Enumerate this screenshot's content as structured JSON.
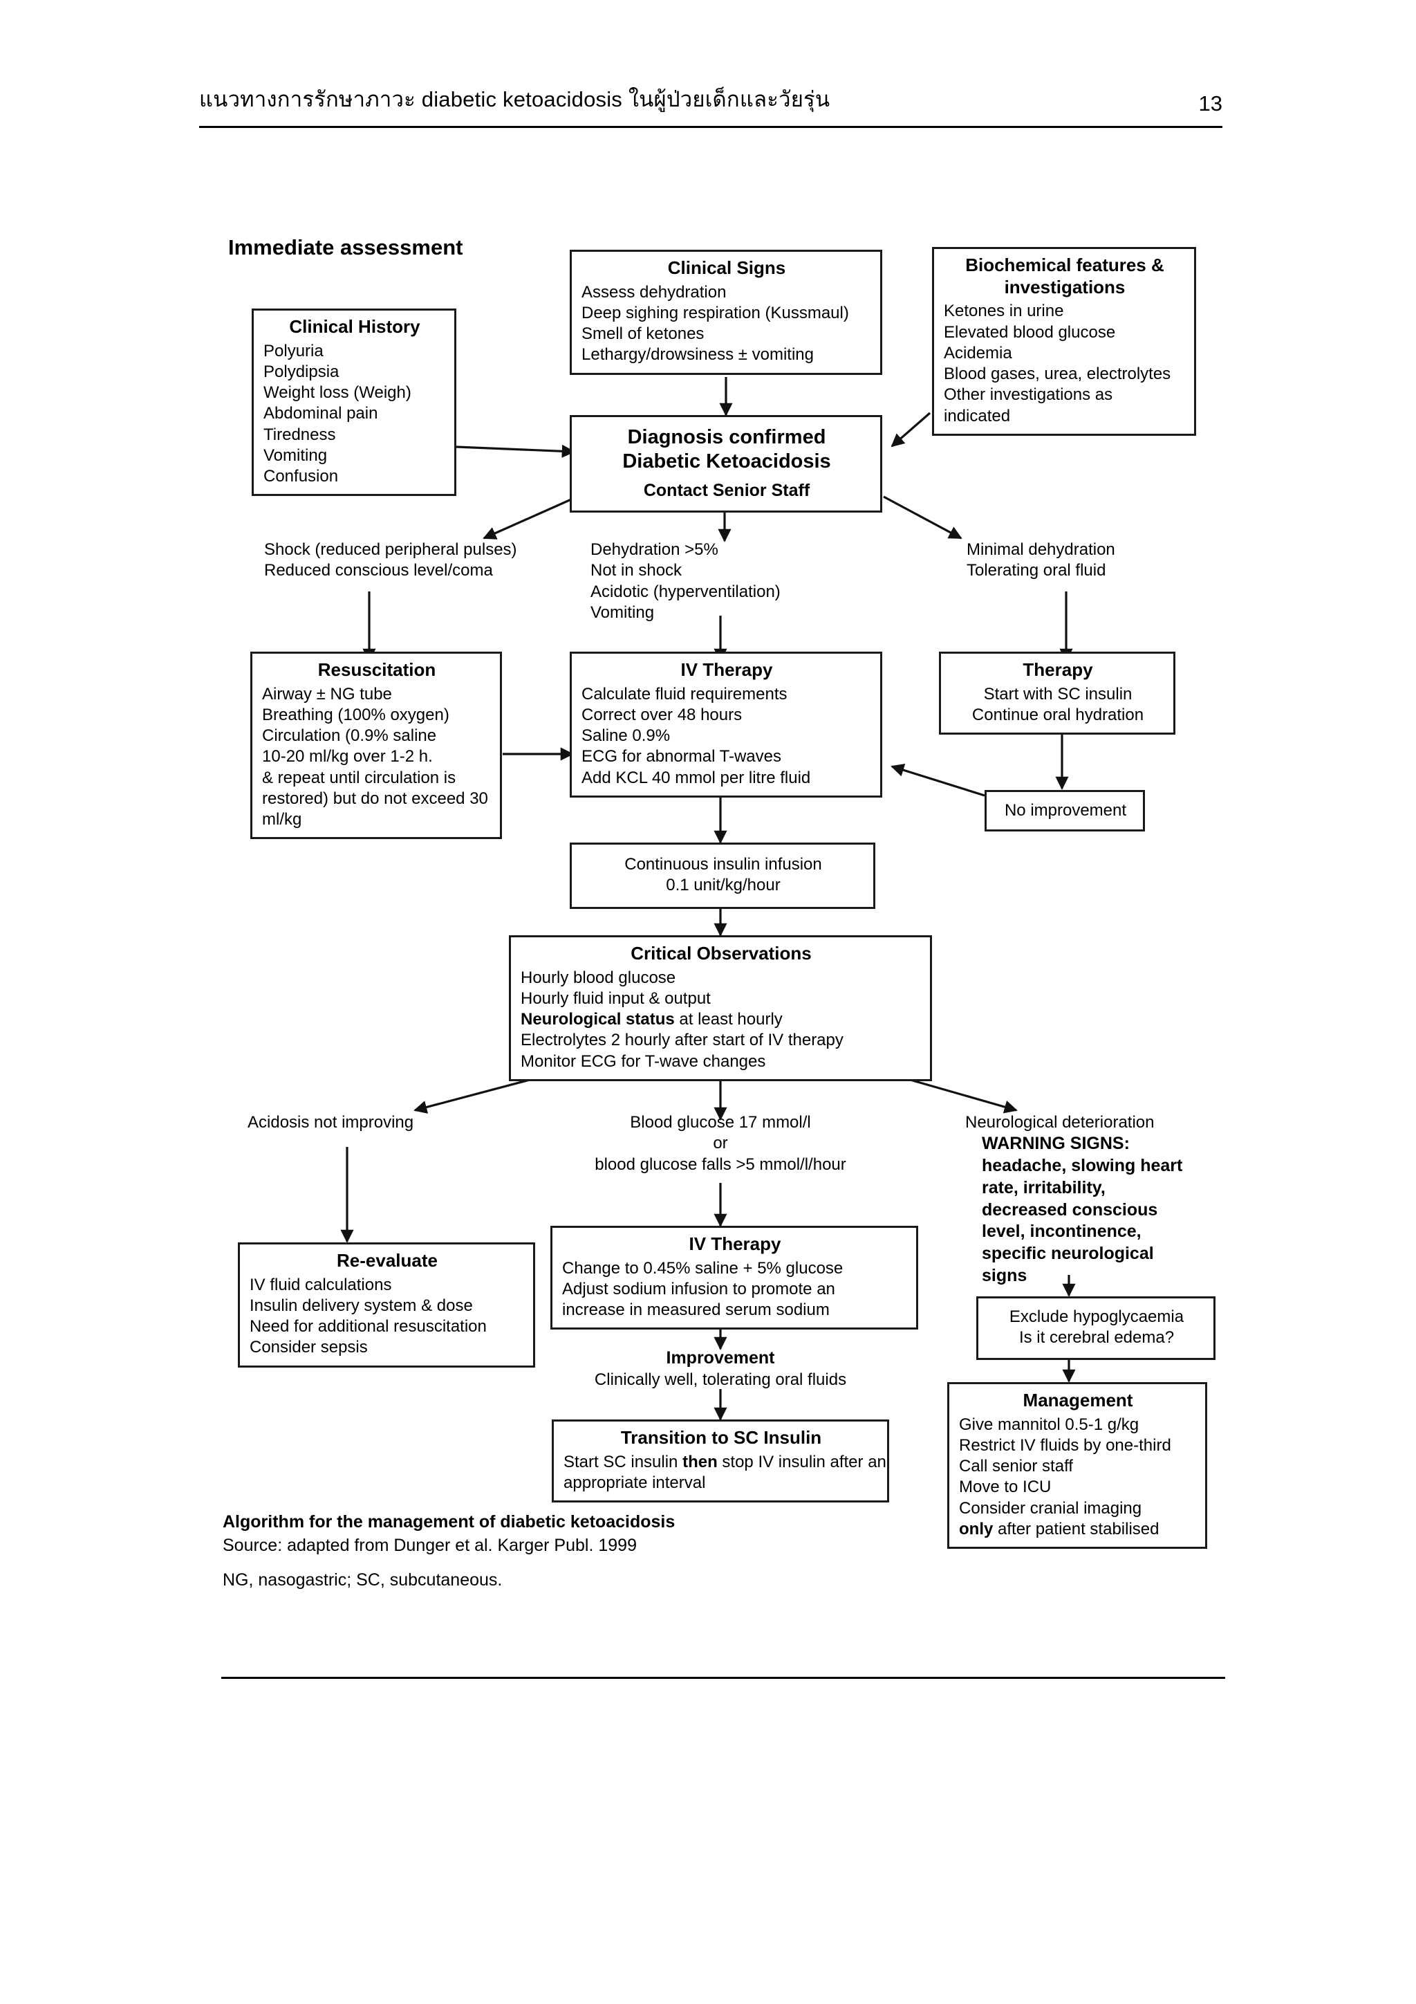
{
  "header": {
    "title": "แนวทางการรักษาภาวะ diabetic ketoacidosis ในผู้ป่วยเด็กและวัยรุ่น",
    "page_number": "13"
  },
  "section_title": "Immediate assessment",
  "nodes": {
    "clinical_history": {
      "title": "Clinical History",
      "lines": [
        "Polyuria",
        "Polydipsia",
        "Weight loss (Weigh)",
        "Abdominal pain",
        "Tiredness",
        "Vomiting",
        "Confusion"
      ]
    },
    "clinical_signs": {
      "title": "Clinical Signs",
      "lines": [
        "Assess dehydration",
        "Deep sighing respiration (Kussmaul)",
        "Smell of ketones",
        "Lethargy/drowsiness ± vomiting"
      ]
    },
    "biochemical": {
      "title": "Biochemical features & investigations",
      "lines": [
        "Ketones in urine",
        "Elevated blood glucose",
        "Acidemia",
        "Blood gases, urea, electrolytes",
        "Other investigations as",
        "indicated"
      ]
    },
    "diagnosis": {
      "title_line1": "Diagnosis confirmed",
      "title_line2": "Diabetic Ketoacidosis",
      "subtitle": "Contact Senior Staff"
    },
    "branch_shock": {
      "lines": [
        "Shock (reduced peripheral pulses)",
        "Reduced conscious level/coma"
      ]
    },
    "branch_dehydration": {
      "lines": [
        "Dehydration >5%",
        "Not in shock",
        "Acidotic (hyperventilation)",
        "Vomiting"
      ]
    },
    "branch_minimal": {
      "lines": [
        "Minimal dehydration",
        "Tolerating oral fluid"
      ]
    },
    "resuscitation": {
      "title": "Resuscitation",
      "lines": [
        "Airway ± NG tube",
        "Breathing (100% oxygen)",
        "Circulation (0.9% saline",
        "10-20 ml/kg over 1-2 h.",
        "& repeat until circulation is",
        "restored) but do not exceed 30",
        "ml/kg"
      ]
    },
    "iv_therapy_1": {
      "title": "IV Therapy",
      "lines": [
        "Calculate fluid requirements",
        "Correct over 48 hours",
        "Saline 0.9%",
        "ECG for abnormal T-waves",
        "Add KCL 40 mmol per litre fluid"
      ]
    },
    "therapy": {
      "title": "Therapy",
      "lines": [
        "Start with SC insulin",
        "Continue oral hydration"
      ]
    },
    "no_improvement": {
      "label": "No improvement"
    },
    "insulin_infusion": {
      "lines": [
        "Continuous insulin infusion",
        "0.1 unit/kg/hour"
      ]
    },
    "critical_observations": {
      "title": "Critical Observations",
      "lines": [
        {
          "text": "Hourly blood glucose"
        },
        {
          "text": "Hourly fluid input & output"
        },
        {
          "bold": "Neurological status",
          "text": " at least hourly"
        },
        {
          "text": "Electrolytes 2 hourly after start of IV therapy"
        },
        {
          "text": "Monitor ECG for T-wave changes"
        }
      ]
    },
    "branch_acidosis": {
      "lines": [
        "Acidosis not improving"
      ]
    },
    "branch_glucose": {
      "lines": [
        "Blood glucose 17 mmol/l",
        "or",
        "blood glucose falls >5 mmol/l/hour"
      ]
    },
    "branch_neuro": {
      "heading": "Neurological deterioration",
      "warning_title": "WARNING SIGNS:",
      "warning_lines": [
        "headache, slowing heart",
        "rate, irritability,",
        "decreased conscious",
        "level, incontinence,",
        "specific neurological",
        "signs"
      ]
    },
    "re_evaluate": {
      "title": "Re-evaluate",
      "lines": [
        "IV fluid calculations",
        "Insulin delivery system & dose",
        "Need for additional resuscitation",
        "Consider sepsis"
      ]
    },
    "iv_therapy_2": {
      "title": "IV Therapy",
      "lines": [
        "Change to 0.45% saline + 5% glucose",
        "Adjust sodium infusion to promote an",
        "increase in measured serum sodium"
      ]
    },
    "improvement": {
      "title": "Improvement",
      "subtitle": "Clinically well, tolerating oral fluids"
    },
    "transition_sc": {
      "title": "Transition to SC Insulin",
      "line1_a": "Start SC insulin ",
      "line1_b": "then",
      "line1_c": " stop IV insulin after an",
      "line2": "appropriate interval"
    },
    "exclude_hypo": {
      "lines": [
        "Exclude hypoglycaemia",
        "Is it cerebral edema?"
      ]
    },
    "management": {
      "title": "Management",
      "lines": [
        "Give mannitol 0.5-1 g/kg",
        "Restrict IV fluids by one-third",
        "Call senior staff",
        "Move to ICU",
        "Consider cranial imaging"
      ],
      "last_bold": "only",
      "last_rest": " after patient stabilised"
    }
  },
  "caption": {
    "strong": "Algorithm for the management of diabetic ketoacidosis",
    "source": "Source: adapted from Dunger et al. Karger Publ. 1999",
    "abbrev": "NG, nasogastric; SC, subcutaneous."
  }
}
